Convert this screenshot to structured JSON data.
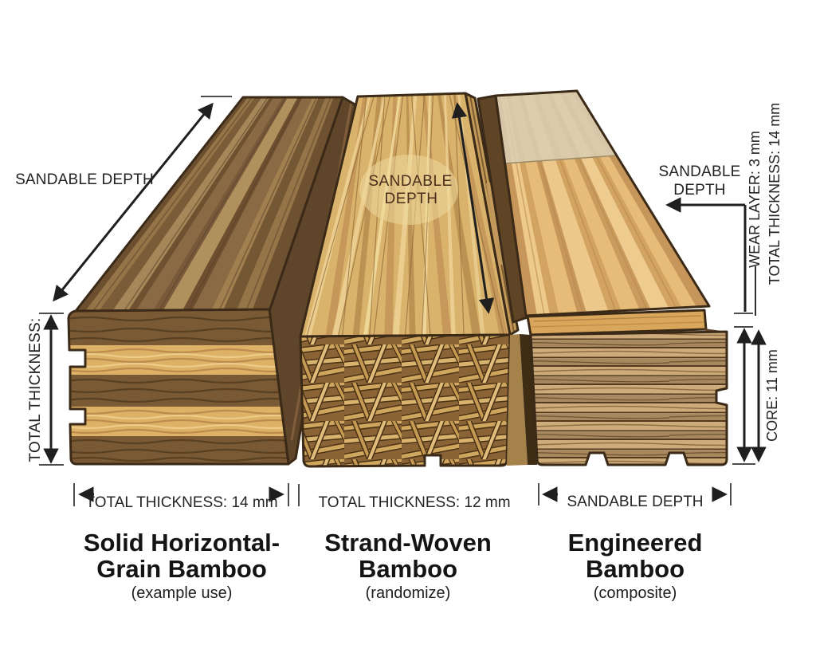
{
  "diagram": {
    "title_implied": "Bamboo flooring sandable depth comparison",
    "background": "#ffffff",
    "palette": {
      "outline": "#3a2a17",
      "arrow": "#1f1f1f",
      "tick": "#4c4c4c",
      "plank1_top": "#8a6a44",
      "plank1_band_dark": "#7a5a34",
      "plank1_band_light": "#ddb166",
      "plank2_top": "#d9b26b",
      "plank2_front": "#8a6436",
      "plank2_strand": "#cfa65e",
      "plank3_top": "#e0b46e",
      "plank3_wear_pale": "#dacdb2",
      "plank3_wear_front": "#d9a75c",
      "plank3_lam_light": "#cdab7b",
      "plank3_lam_dark": "#a8895f",
      "wood_text": "#4a2e1c"
    },
    "annotations": {
      "left_sandable": {
        "label": "SANDABLE DEPTH"
      },
      "left_thickness": {
        "label": "TOTAL THICKNESS:"
      },
      "middle_top": {
        "line1": "SANDABLE",
        "line2": "DEPTH"
      },
      "right_top": {
        "line1": "SANDABLE",
        "line2": "DEPTH"
      },
      "right_cluster": {
        "wear_layer": "WEAR LAYER: 3 mm",
        "total_thickness": "TOTAL THICKNESS: 14 mm",
        "core": "CORE: 11 mm"
      }
    },
    "planks": [
      {
        "id": "solid-horizontal-grain",
        "dimension_label": "TOTAL THICKNESS: 14 mm",
        "title_line1": "Solid Horizontal-",
        "title_line2": "Grain Bamboo",
        "subtitle": "(example use)"
      },
      {
        "id": "strand-woven",
        "dimension_label": "TOTAL THICKNESS: 12 mm",
        "title_line1": "Strand-Woven",
        "title_line2": "Bamboo",
        "subtitle": "(randomize)"
      },
      {
        "id": "engineered",
        "dimension_label": "SANDABLE DEPTH",
        "title_line1": "Engineered",
        "title_line2": "Bamboo",
        "subtitle": "(composite)"
      }
    ]
  }
}
